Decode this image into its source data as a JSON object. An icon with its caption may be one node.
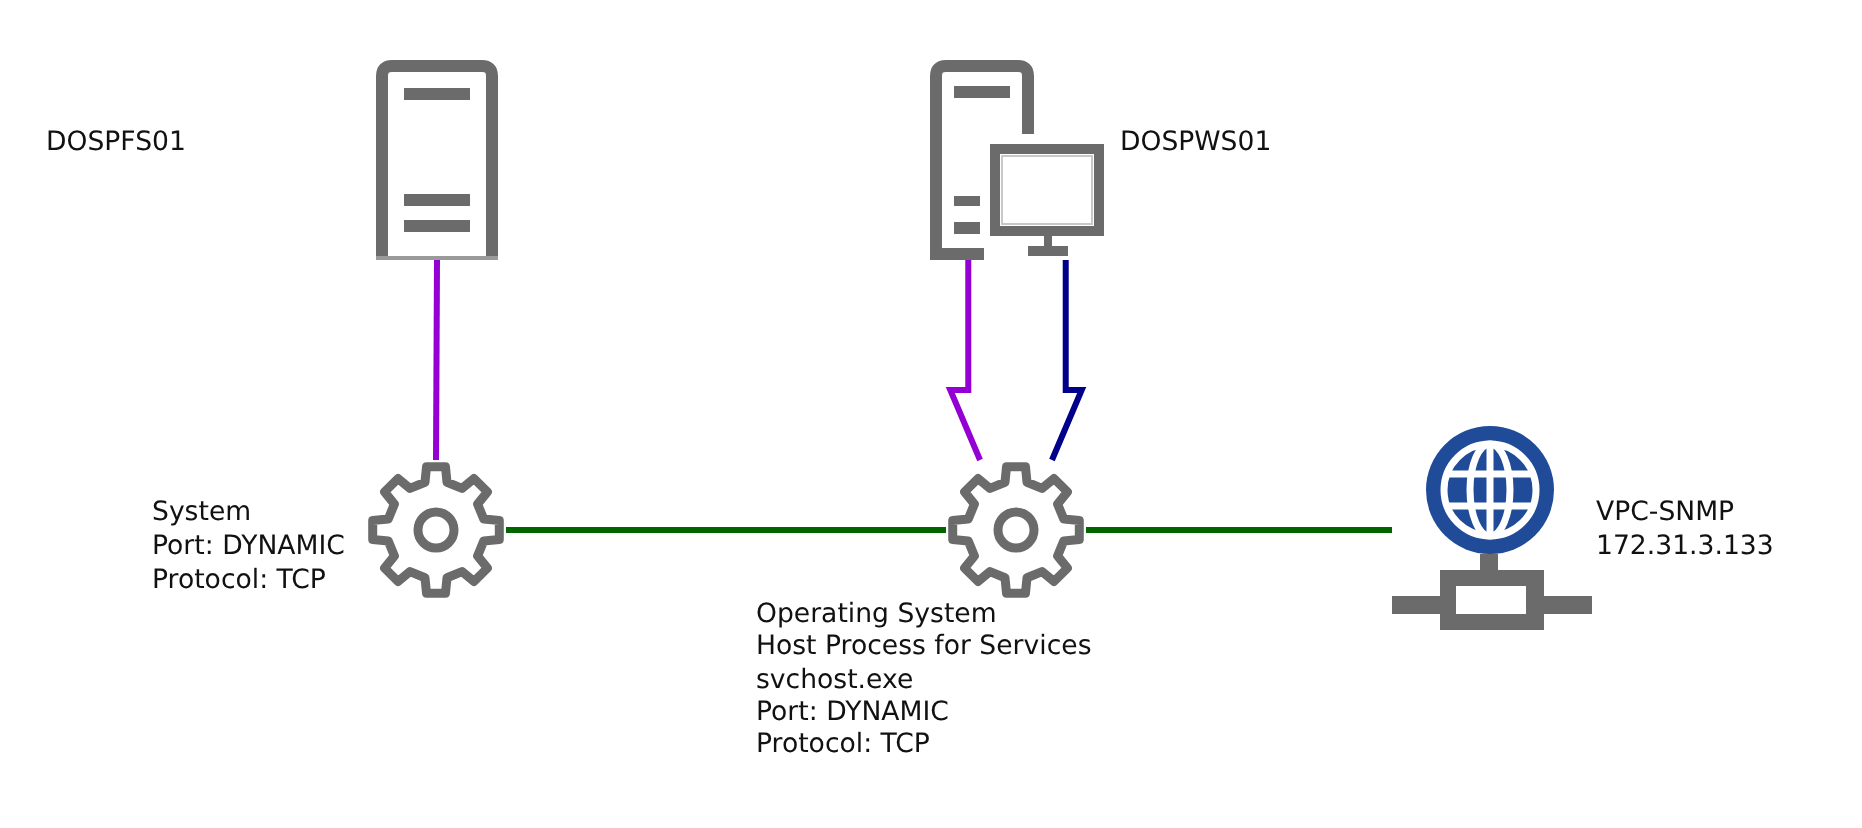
{
  "diagram": {
    "nodes": [
      {
        "text": [],
        "shape": "picture"
      },
      {
        "text": [],
        "shape": "picture",
        "beside": [
          "DOSPWS01"
        ]
      },
      {
        "text": [],
        "shape": "picture",
        "beside": [
          "System",
          "Port: DYNAMIC",
          "Protocol: TCP"
        ]
      },
      {
        "text": [],
        "shape": "picture",
        "beside": [
          "Operating System",
          "Host Process for Services",
          "svchost.exe",
          "Port: DYNAMIC",
          "Protocol: TCP"
        ]
      },
      {
        "text": [],
        "shape": "picture",
        "beside": [
          "VPC-SNMP",
          "172.31.3.133"
        ]
      }
    ],
    "edges": [
      {
        "from": 0,
        "to": 2,
        "arrow": "none",
        "color": "#9400d3"
      },
      {
        "from": 1,
        "to": 3,
        "arrow": "none",
        "color": "#9400d3"
      },
      {
        "from": 1,
        "to": 3,
        "arrow": "none",
        "color": "#00008b"
      },
      {
        "from": 2,
        "to": 3,
        "arrow": "none",
        "color": "#006400"
      },
      {
        "from": 3,
        "to": 4,
        "arrow": "none",
        "color": "#006400"
      }
    ],
    "labels": [
      "DOSPFS01"
    ]
  }
}
